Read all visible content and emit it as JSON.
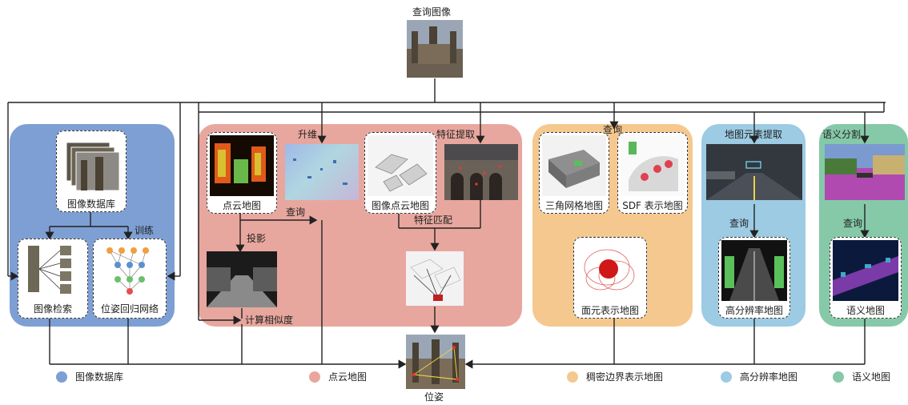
{
  "top": {
    "query_image": "查询图像"
  },
  "panel_blue": {
    "database": "图像数据库",
    "train": "训练",
    "retrieval": "图像检索",
    "regression": "位姿回归网络"
  },
  "panel_red": {
    "point_cloud_map": "点云地图",
    "lift": "升维",
    "query": "查询",
    "image_point_cloud_map": "图像点云地图",
    "feature_extract": "特征提取",
    "feature_match": "特征匹配",
    "projection": "投影",
    "similarity": "计算相似度"
  },
  "panel_orange": {
    "query": "查询",
    "mesh_map": "三角网格地图",
    "sdf_map": "SDF 表示地图",
    "surfel_map": "面元表示地图"
  },
  "panel_lightblue": {
    "extract": "地图元素提取",
    "query": "查询",
    "hd_map": "高分辨率地图"
  },
  "panel_green": {
    "segment": "语义分割",
    "query": "查询",
    "semantic_map": "语义地图"
  },
  "bottom": {
    "pose": "位姿"
  },
  "legend": [
    {
      "label": "图像数据库",
      "color": "#7d9fd3"
    },
    {
      "label": "点云地图",
      "color": "#e8a79e"
    },
    {
      "label": "稠密边界表示地图",
      "color": "#f5c88f"
    },
    {
      "label": "高分辨率地图",
      "color": "#9ccbe3"
    },
    {
      "label": "语义地图",
      "color": "#86c9a8"
    }
  ],
  "colors": {
    "blue": "#7d9fd3",
    "red": "#e8a79e",
    "orange": "#f5c88f",
    "lightblue": "#9ccbe3",
    "green": "#86c9a8"
  }
}
